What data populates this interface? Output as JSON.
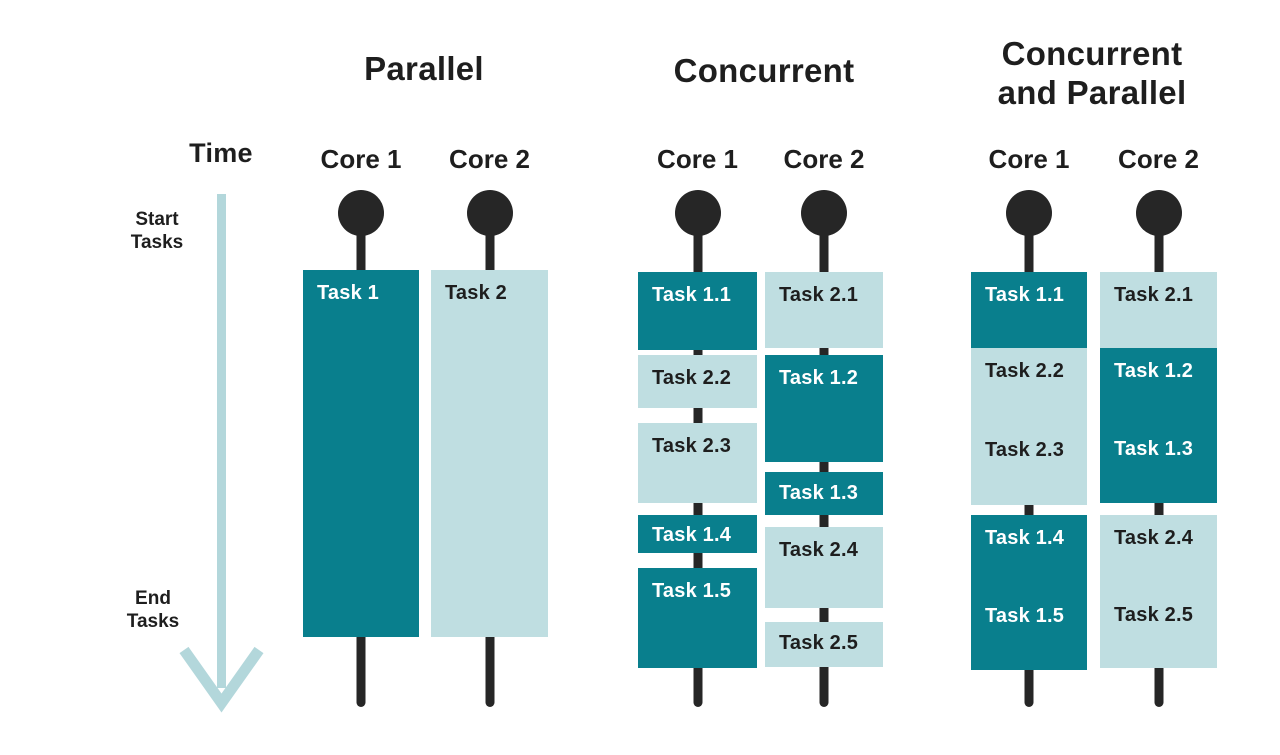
{
  "colors": {
    "dark_teal": "#097F8D",
    "light_blue": "#BFDEE1",
    "line_black": "#262626",
    "arrow_blue": "#B3D7DB",
    "text_dark": "#1E1E1E",
    "task_text_light": "#FFFFFF"
  },
  "time_axis": {
    "title": "Time",
    "start_line1": "Start",
    "start_line2": "Tasks",
    "end_line1": "End",
    "end_line2": "Tasks"
  },
  "sections": [
    {
      "title_lines": [
        "Parallel"
      ],
      "cores": [
        "Core 1",
        "Core 2"
      ],
      "columns": [
        {
          "tasks": [
            {
              "label": "Task 1",
              "variant": "dark"
            }
          ]
        },
        {
          "tasks": [
            {
              "label": "Task 2",
              "variant": "light"
            }
          ]
        }
      ]
    },
    {
      "title_lines": [
        "Concurrent"
      ],
      "cores": [
        "Core 1",
        "Core 2"
      ],
      "columns": [
        {
          "tasks": [
            {
              "label": "Task 1.1",
              "variant": "dark"
            },
            {
              "label": "Task 2.2",
              "variant": "light"
            },
            {
              "label": "Task 2.3",
              "variant": "light"
            },
            {
              "label": "Task 1.4",
              "variant": "dark"
            },
            {
              "label": "Task 1.5",
              "variant": "dark"
            }
          ]
        },
        {
          "tasks": [
            {
              "label": "Task 2.1",
              "variant": "light"
            },
            {
              "label": "Task 1.2",
              "variant": "dark"
            },
            {
              "label": "Task 1.3",
              "variant": "dark"
            },
            {
              "label": "Task 2.4",
              "variant": "light"
            },
            {
              "label": "Task 2.5",
              "variant": "light"
            }
          ]
        }
      ]
    },
    {
      "title_lines": [
        "Concurrent",
        "and Parallel"
      ],
      "cores": [
        "Core 1",
        "Core 2"
      ],
      "columns": [
        {
          "blocks": [
            {
              "labels": [
                "Task 1.1"
              ],
              "variant": "dark"
            },
            {
              "labels": [
                "Task 2.2",
                "Task 2.3"
              ],
              "variant": "light"
            },
            {
              "labels": [
                "Task 1.4",
                "Task 1.5"
              ],
              "variant": "dark"
            }
          ]
        },
        {
          "blocks": [
            {
              "labels": [
                "Task 2.1"
              ],
              "variant": "light"
            },
            {
              "labels": [
                "Task 1.2",
                "Task 1.3"
              ],
              "variant": "dark"
            },
            {
              "labels": [
                "Task 2.4",
                "Task 2.5"
              ],
              "variant": "light"
            }
          ]
        }
      ]
    }
  ]
}
